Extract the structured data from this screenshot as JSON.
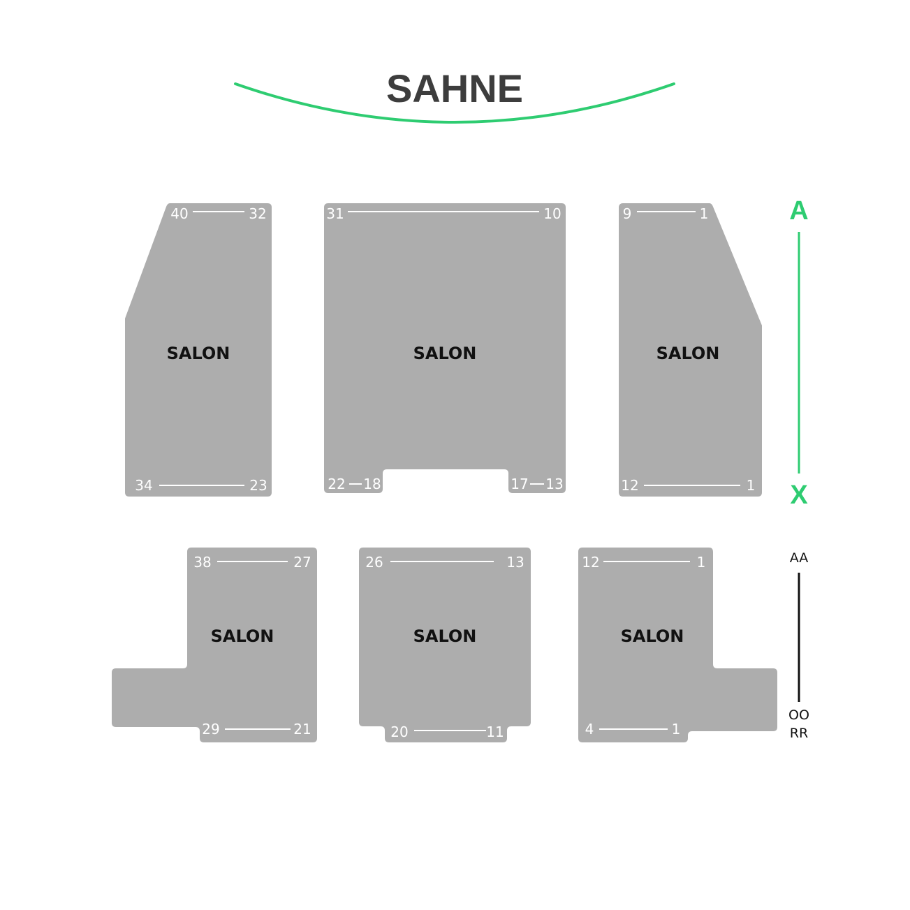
{
  "stage": {
    "label": "SAHNE"
  },
  "colors": {
    "section_fill": "#adadad",
    "stage_curve": "#2ecc71",
    "row_accent": "#2ecc71",
    "title_text": "#3d3d3d",
    "label_text": "#111111",
    "seat_text": "#ffffff",
    "row_text_dark": "#111111"
  },
  "sections": [
    {
      "label": "SALON",
      "top_left": "40",
      "top_right": "32",
      "bottom_left": "34",
      "bottom_right": "23"
    },
    {
      "label": "SALON",
      "top_left": "31",
      "top_right": "10",
      "bottom_left_a": "22",
      "bottom_left_b": "18",
      "bottom_right_a": "17",
      "bottom_right_b": "13"
    },
    {
      "label": "SALON",
      "top_left": "9",
      "top_right": "1",
      "bottom_left": "12",
      "bottom_right": "1"
    },
    {
      "label": "SALON",
      "top_left": "38",
      "top_right": "27",
      "bottom_left": "29",
      "bottom_right": "21"
    },
    {
      "label": "SALON",
      "top_left": "26",
      "top_right": "13",
      "bottom_left": "20",
      "bottom_right": "11"
    },
    {
      "label": "SALON",
      "top_left": "12",
      "top_right": "1",
      "bottom_left": "4",
      "bottom_right": "1"
    }
  ],
  "row_ranges": [
    {
      "start": "A",
      "end": "X"
    },
    {
      "start": "AA",
      "end_line1": "OO",
      "end_line2": "RR"
    }
  ]
}
